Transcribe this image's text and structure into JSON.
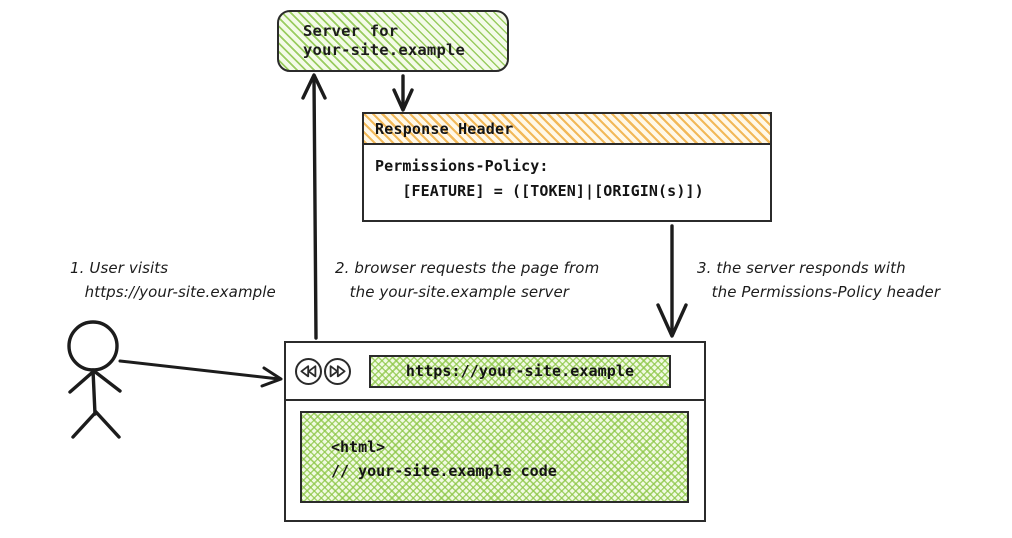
{
  "server": {
    "name": "server-node",
    "line1": "Server for",
    "line2": "your-site.example"
  },
  "response_header": {
    "title": "Response Header",
    "line1": "Permissions-Policy:",
    "line2": "   [FEATURE] = ([TOKEN]|[ORIGIN(s)])"
  },
  "browser": {
    "back_icon": "rewind-icon",
    "forward_icon": "fast-forward-icon",
    "url": "https://your-site.example",
    "content_line1": "<html>",
    "content_line2": "// your-site.example code"
  },
  "actor": {
    "label": "stick-figure-user"
  },
  "captions": [
    {
      "id": "caption-1",
      "line1": "1. User visits",
      "line2": "   https://your-site.example"
    },
    {
      "id": "caption-2",
      "line1": "2. browser requests the page from",
      "line2": "   the your-site.example server"
    },
    {
      "id": "caption-3",
      "line1": "3. the server responds with",
      "line2": "   the Permissions-Policy header"
    }
  ],
  "colors": {
    "ink": "#2b2b2b",
    "green_hatch": "#8ac448",
    "orange_hatch": "#f0b24a",
    "paper": "#ffffff"
  }
}
